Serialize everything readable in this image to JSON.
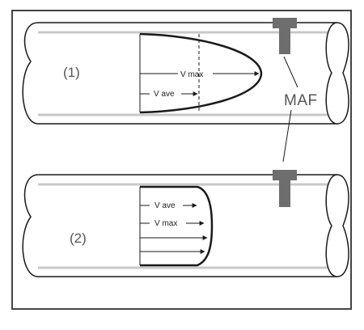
{
  "diagram": {
    "pipe1_label": "(1)",
    "pipe2_label": "(2)",
    "sensor_label": "MAF",
    "pipe1": {
      "vmax_label": "V max",
      "vave_label": "V ave"
    },
    "pipe2": {
      "vave_label": "V ave",
      "vmax_label": "V max"
    }
  },
  "colors": {
    "outline": "#1a1a1a",
    "pipe_highlight": "#c8c8c8",
    "sensor": "#6e6e6e",
    "border": "#444444"
  }
}
